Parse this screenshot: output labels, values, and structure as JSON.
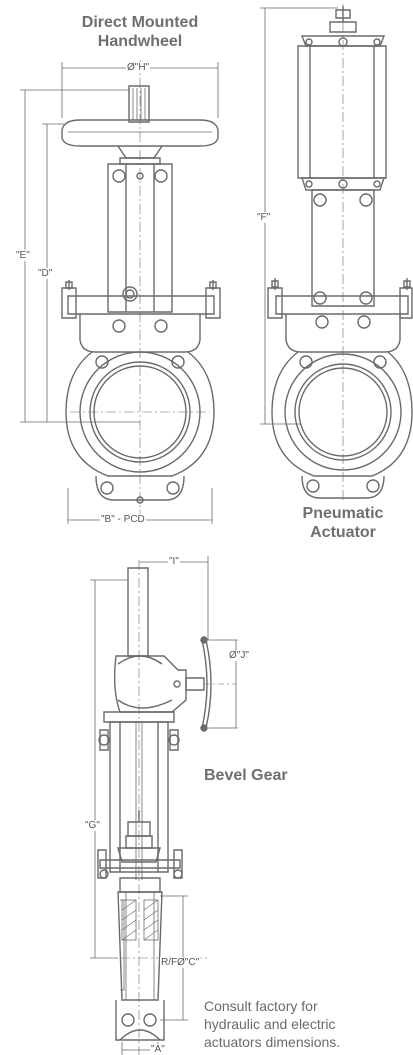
{
  "labels": {
    "handwheel_title_1": "Direct Mounted",
    "handwheel_title_2": "Handwheel",
    "pneumatic_title_1": "Pneumatic",
    "pneumatic_title_2": "Actuator",
    "bevel_title": "Bevel Gear",
    "note_1": "Consult factory for",
    "note_2": "hydraulic and electric",
    "note_3": "actuators dimensions."
  },
  "dimensions": {
    "H": "Ø\"H\"",
    "E": "\"E\"",
    "D": "\"D\"",
    "B": "\"B\" - PCD",
    "F": "\"F\"",
    "I": "\"I\"",
    "J": "Ø\"J\"",
    "G": "\"G\"",
    "C": "R/FØ\"C\"",
    "A": "\"A\""
  }
}
